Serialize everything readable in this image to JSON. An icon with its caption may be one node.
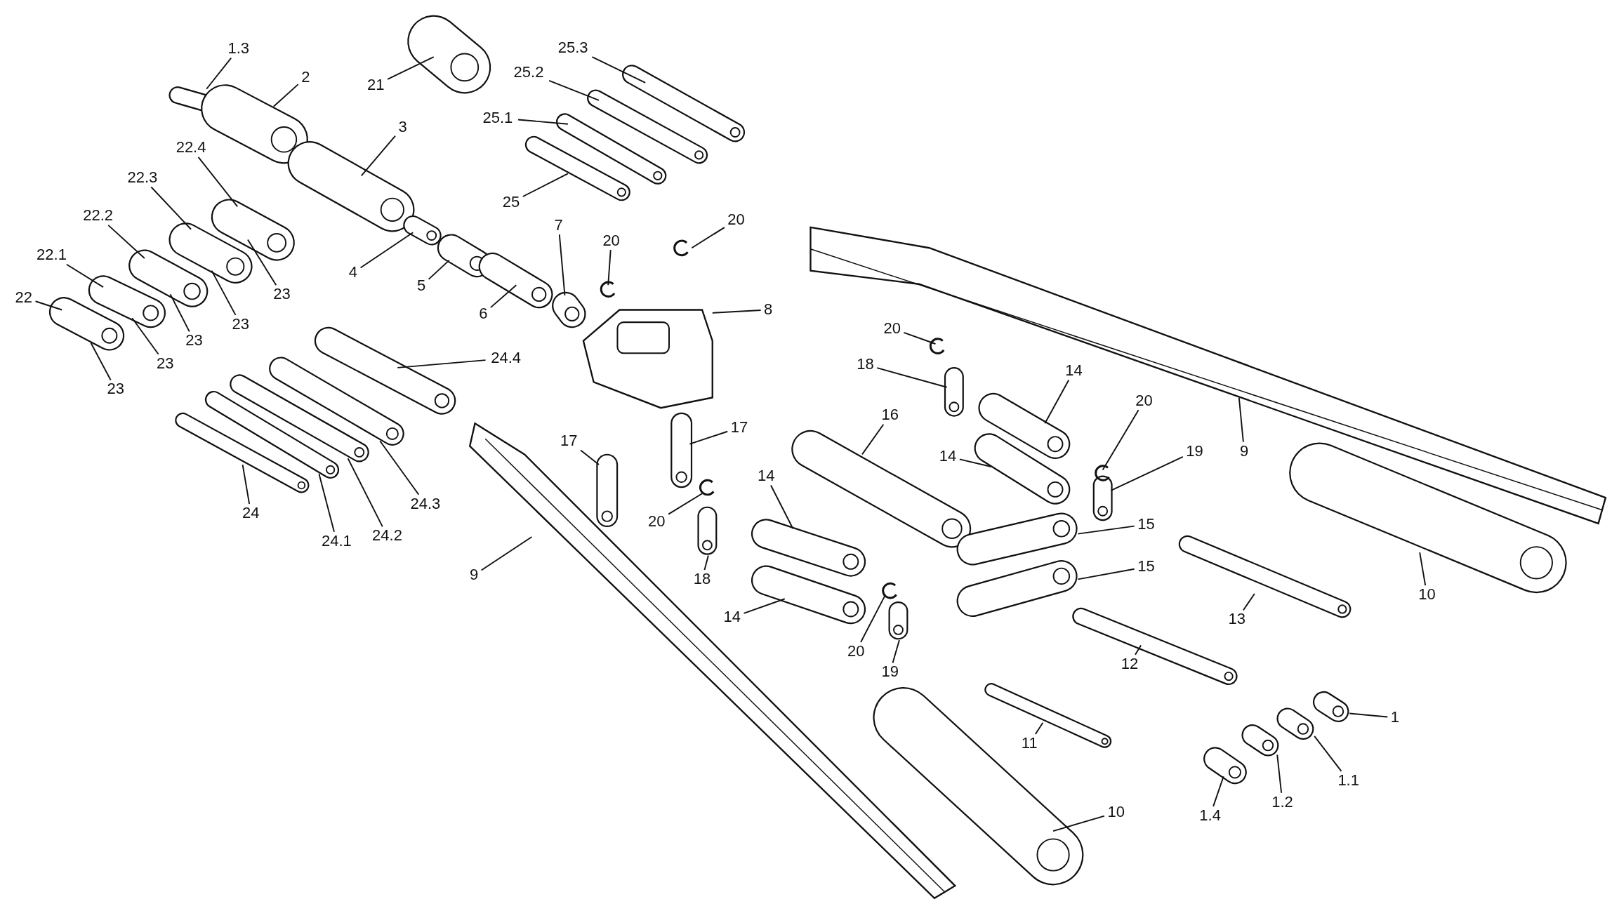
{
  "diagram": {
    "nodes": [
      {
        "text": [
          "1.3"
        ]
      },
      {
        "text": [
          "2"
        ]
      },
      {
        "text": [
          "3"
        ]
      },
      {
        "text": [
          "21"
        ]
      },
      {
        "text": [
          "25.3"
        ]
      },
      {
        "text": [
          "25.2"
        ]
      },
      {
        "text": [
          "25.1"
        ]
      },
      {
        "text": [
          "25"
        ]
      },
      {
        "text": [
          "22.4"
        ]
      },
      {
        "text": [
          "22.3"
        ]
      },
      {
        "text": [
          "22.2"
        ]
      },
      {
        "text": [
          "22.1"
        ]
      },
      {
        "text": [
          "22"
        ]
      },
      {
        "text": [
          "23"
        ]
      },
      {
        "text": [
          "23"
        ]
      },
      {
        "text": [
          "23"
        ]
      },
      {
        "text": [
          "23"
        ]
      },
      {
        "text": [
          "23"
        ]
      },
      {
        "text": [
          "4"
        ]
      },
      {
        "text": [
          "5"
        ]
      },
      {
        "text": [
          "6"
        ]
      },
      {
        "text": [
          "7"
        ]
      },
      {
        "text": [
          "20"
        ]
      },
      {
        "text": [
          "20"
        ]
      },
      {
        "text": [
          "8"
        ]
      },
      {
        "text": [
          "24.4"
        ]
      },
      {
        "text": [
          "24.3"
        ]
      },
      {
        "text": [
          "24.2"
        ]
      },
      {
        "text": [
          "24.1"
        ]
      },
      {
        "text": [
          "24"
        ]
      },
      {
        "text": [
          "9"
        ]
      },
      {
        "text": [
          "17"
        ]
      },
      {
        "text": [
          "17"
        ]
      },
      {
        "text": [
          "20"
        ]
      },
      {
        "text": [
          "18"
        ]
      },
      {
        "text": [
          "14"
        ]
      },
      {
        "text": [
          "14"
        ]
      },
      {
        "text": [
          "20"
        ]
      },
      {
        "text": [
          "19"
        ]
      },
      {
        "text": [
          "16"
        ]
      },
      {
        "text": [
          "20"
        ]
      },
      {
        "text": [
          "18"
        ]
      },
      {
        "text": [
          "14"
        ]
      },
      {
        "text": [
          "14"
        ]
      },
      {
        "text": [
          "20"
        ]
      },
      {
        "text": [
          "19"
        ]
      },
      {
        "text": [
          "15"
        ]
      },
      {
        "text": [
          "15"
        ]
      },
      {
        "text": [
          "9"
        ]
      },
      {
        "text": [
          "10"
        ]
      },
      {
        "text": [
          "13"
        ]
      },
      {
        "text": [
          "12"
        ]
      },
      {
        "text": [
          "11"
        ]
      },
      {
        "text": [
          "10"
        ]
      },
      {
        "text": [
          "1"
        ]
      },
      {
        "text": [
          "1.1"
        ]
      },
      {
        "text": [
          "1.2"
        ]
      },
      {
        "text": [
          "1.4"
        ]
      }
    ],
    "edges": [
      {
        "from": 0,
        "to": null,
        "arrow": "none"
      },
      {
        "from": 1,
        "to": null,
        "arrow": "none"
      },
      {
        "from": 2,
        "to": null,
        "arrow": "none"
      },
      {
        "from": 3,
        "to": null,
        "arrow": "none"
      },
      {
        "from": 4,
        "to": null,
        "arrow": "none"
      },
      {
        "from": 5,
        "to": null,
        "arrow": "none"
      },
      {
        "from": 6,
        "to": null,
        "arrow": "none"
      },
      {
        "from": 7,
        "to": null,
        "arrow": "none"
      },
      {
        "from": 8,
        "to": null,
        "arrow": "none"
      },
      {
        "from": 9,
        "to": null,
        "arrow": "none"
      },
      {
        "from": 10,
        "to": null,
        "arrow": "none"
      },
      {
        "from": 11,
        "to": null,
        "arrow": "none"
      },
      {
        "from": 12,
        "to": null,
        "arrow": "none"
      },
      {
        "from": 13,
        "to": null,
        "arrow": "none"
      },
      {
        "from": 14,
        "to": null,
        "arrow": "none"
      },
      {
        "from": 15,
        "to": null,
        "arrow": "none"
      },
      {
        "from": 16,
        "to": null,
        "arrow": "none"
      },
      {
        "from": 17,
        "to": null,
        "arrow": "none"
      },
      {
        "from": 18,
        "to": null,
        "arrow": "none"
      },
      {
        "from": 19,
        "to": null,
        "arrow": "none"
      },
      {
        "from": 20,
        "to": null,
        "arrow": "none"
      },
      {
        "from": 21,
        "to": null,
        "arrow": "none"
      },
      {
        "from": 22,
        "to": null,
        "arrow": "none"
      },
      {
        "from": 23,
        "to": null,
        "arrow": "none"
      },
      {
        "from": 24,
        "to": null,
        "arrow": "none"
      },
      {
        "from": 25,
        "to": null,
        "arrow": "none"
      },
      {
        "from": 26,
        "to": null,
        "arrow": "none"
      },
      {
        "from": 27,
        "to": null,
        "arrow": "none"
      },
      {
        "from": 28,
        "to": null,
        "arrow": "none"
      },
      {
        "from": 29,
        "to": null,
        "arrow": "none"
      },
      {
        "from": 30,
        "to": null,
        "arrow": "none"
      },
      {
        "from": 31,
        "to": null,
        "arrow": "none"
      },
      {
        "from": 32,
        "to": null,
        "arrow": "none"
      },
      {
        "from": 33,
        "to": null,
        "arrow": "none"
      },
      {
        "from": 34,
        "to": null,
        "arrow": "none"
      },
      {
        "from": 35,
        "to": null,
        "arrow": "none"
      },
      {
        "from": 36,
        "to": null,
        "arrow": "none"
      },
      {
        "from": 37,
        "to": null,
        "arrow": "none"
      },
      {
        "from": 38,
        "to": null,
        "arrow": "none"
      },
      {
        "from": 39,
        "to": null,
        "arrow": "none"
      },
      {
        "from": 40,
        "to": null,
        "arrow": "none"
      },
      {
        "from": 41,
        "to": null,
        "arrow": "none"
      },
      {
        "from": 42,
        "to": null,
        "arrow": "none"
      },
      {
        "from": 43,
        "to": null,
        "arrow": "none"
      },
      {
        "from": 44,
        "to": null,
        "arrow": "none"
      },
      {
        "from": 45,
        "to": null,
        "arrow": "none"
      },
      {
        "from": 46,
        "to": null,
        "arrow": "none"
      },
      {
        "from": 47,
        "to": null,
        "arrow": "none"
      },
      {
        "from": 48,
        "to": null,
        "arrow": "none"
      },
      {
        "from": 49,
        "to": null,
        "arrow": "none"
      },
      {
        "from": 50,
        "to": null,
        "arrow": "none"
      },
      {
        "from": 51,
        "to": null,
        "arrow": "none"
      },
      {
        "from": 52,
        "to": null,
        "arrow": "none"
      },
      {
        "from": 53,
        "to": null,
        "arrow": "none"
      },
      {
        "from": 54,
        "to": null,
        "arrow": "none"
      },
      {
        "from": 55,
        "to": null,
        "arrow": "none"
      },
      {
        "from": 56,
        "to": null,
        "arrow": "none"
      },
      {
        "from": 57,
        "to": null,
        "arrow": "none"
      }
    ]
  }
}
